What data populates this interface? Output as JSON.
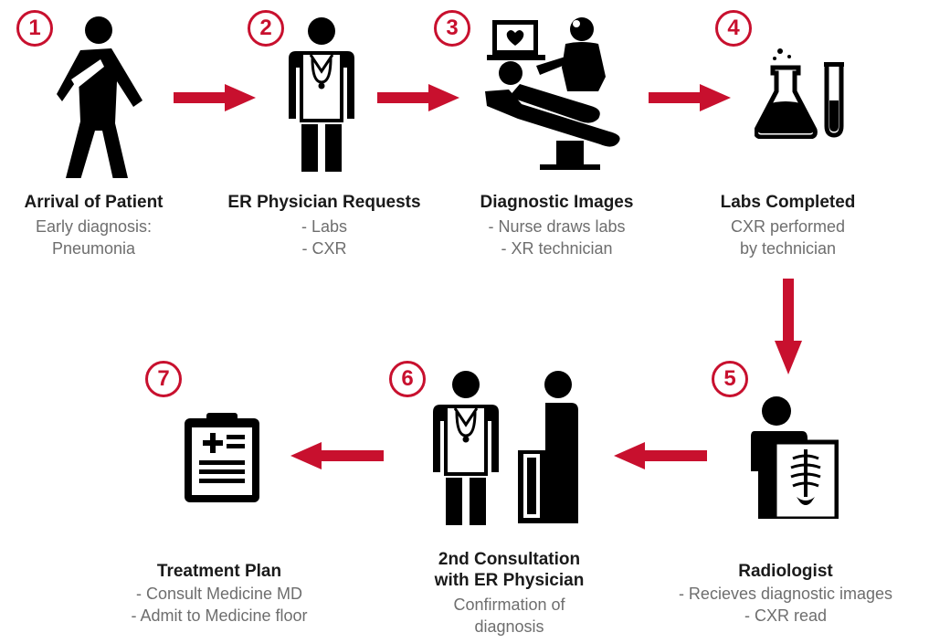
{
  "colors": {
    "accent": "#c8102e",
    "icon": "#000000",
    "title": "#1a1a1a",
    "detail": "#6e6e6e"
  },
  "steps": [
    {
      "number": "1",
      "icon": "injured-patient-icon",
      "title": "Arrival of Patient",
      "details": [
        "Early diagnosis:",
        "Pneumonia"
      ]
    },
    {
      "number": "2",
      "icon": "physician-icon",
      "title": "ER Physician Requests",
      "details": [
        "- Labs",
        "- CXR"
      ]
    },
    {
      "number": "3",
      "icon": "patient-exam-chair-icon",
      "title": "Diagnostic Images",
      "details": [
        "- Nurse draws labs",
        "- XR technician"
      ]
    },
    {
      "number": "4",
      "icon": "lab-flask-icon",
      "title": "Labs Completed",
      "details": [
        "CXR performed",
        "by technician"
      ]
    },
    {
      "number": "5",
      "icon": "radiologist-xray-icon",
      "title": "Radiologist",
      "details": [
        "- Recieves diagnostic images",
        "- CXR read"
      ]
    },
    {
      "number": "6",
      "icon": "physician-consult-icon",
      "title": [
        "2nd Consultation",
        "with ER Physician"
      ],
      "details": [
        "Confirmation of",
        "diagnosis"
      ]
    },
    {
      "number": "7",
      "icon": "clipboard-icon",
      "title": "Treatment Plan",
      "details": [
        "- Consult Medicine MD",
        "- Admit to Medicine floor"
      ]
    }
  ]
}
